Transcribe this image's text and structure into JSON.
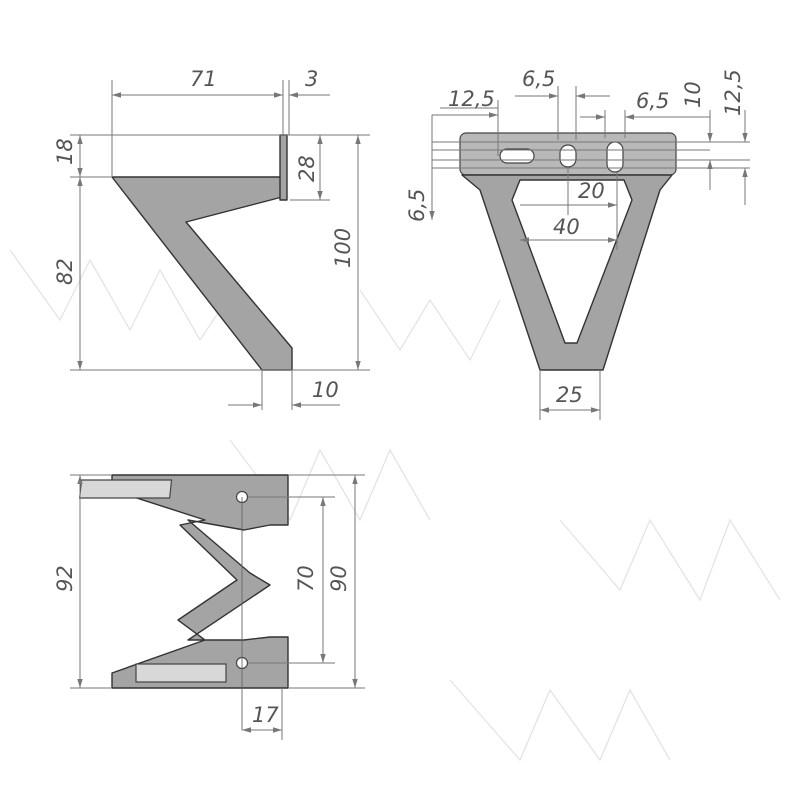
{
  "drawing": {
    "side_view": {
      "dims": {
        "width_top": "71",
        "thickness": "3",
        "top_offset": "18",
        "flange_height": "28",
        "leg_height": "82",
        "total_height": "100",
        "foot_width": "10"
      }
    },
    "front_view": {
      "dims": {
        "hole_offset": "12,5",
        "slot_width_left": "6,5",
        "slot_width_right": "6,5",
        "slot_height": "10",
        "plate_height": "12,5",
        "plate_gap": "6,5",
        "hole_spacing_small": "20",
        "hole_spacing_large": "40",
        "foot_width": "25"
      }
    },
    "top_view": {
      "dims": {
        "overall_height": "92",
        "hole_spacing": "70",
        "body_height": "90",
        "hole_offset": "17"
      }
    }
  },
  "colors": {
    "part_fill": "#a4a4a4",
    "outline": "#333333",
    "dimension": "#777777",
    "watermark": "#e4e4e4"
  }
}
